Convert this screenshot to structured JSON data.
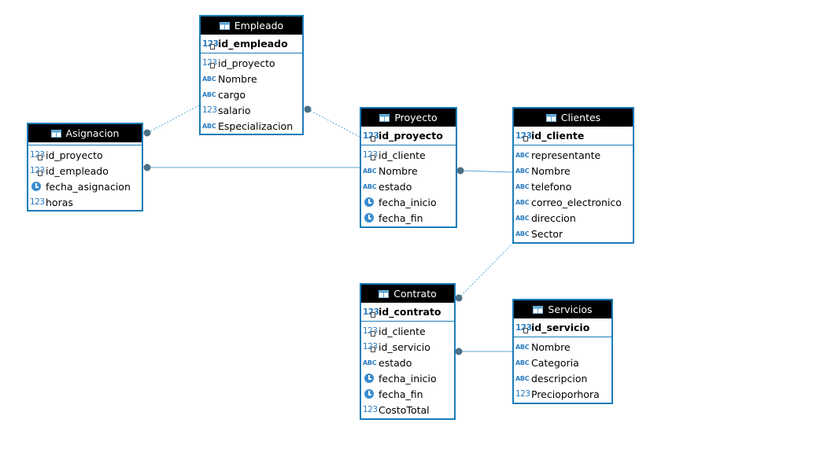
{
  "entities": {
    "empleado": {
      "title": "Empleado",
      "pk": "id_empleado",
      "columns": [
        {
          "name": "id_proyecto",
          "type": "fk"
        },
        {
          "name": "Nombre",
          "type": "str"
        },
        {
          "name": "cargo",
          "type": "str"
        },
        {
          "name": "salario",
          "type": "num"
        },
        {
          "name": "Especializacion",
          "type": "str"
        }
      ]
    },
    "asignacion": {
      "title": "Asignacion",
      "columns": [
        {
          "name": "id_proyecto",
          "type": "fk"
        },
        {
          "name": "id_empleado",
          "type": "fk"
        },
        {
          "name": "fecha_asignacion",
          "type": "date"
        },
        {
          "name": "horas",
          "type": "num"
        }
      ]
    },
    "proyecto": {
      "title": "Proyecto",
      "pk": "id_proyecto",
      "columns": [
        {
          "name": "id_cliente",
          "type": "fk"
        },
        {
          "name": "Nombre",
          "type": "str"
        },
        {
          "name": "estado",
          "type": "str"
        },
        {
          "name": "fecha_inicio",
          "type": "date"
        },
        {
          "name": "fecha_fin",
          "type": "date"
        }
      ]
    },
    "clientes": {
      "title": "Clientes",
      "pk": "id_cliente",
      "columns": [
        {
          "name": "representante",
          "type": "str"
        },
        {
          "name": "Nombre",
          "type": "str"
        },
        {
          "name": "telefono",
          "type": "str"
        },
        {
          "name": "correo_electronico",
          "type": "str"
        },
        {
          "name": "direccion",
          "type": "str"
        },
        {
          "name": "Sector",
          "type": "str"
        }
      ]
    },
    "contrato": {
      "title": "Contrato",
      "pk": "id_contrato",
      "columns": [
        {
          "name": "id_cliente",
          "type": "fk"
        },
        {
          "name": "id_servicio",
          "type": "fk"
        },
        {
          "name": "estado",
          "type": "str"
        },
        {
          "name": "fecha_inicio",
          "type": "date"
        },
        {
          "name": "fecha_fin",
          "type": "date"
        },
        {
          "name": "CostoTotal",
          "type": "num"
        }
      ]
    },
    "servicios": {
      "title": "Servicios",
      "pk": "id_servicio",
      "columns": [
        {
          "name": "Nombre",
          "type": "str"
        },
        {
          "name": "Categoria",
          "type": "str"
        },
        {
          "name": "descripcion",
          "type": "str"
        },
        {
          "name": "Precioporhora",
          "type": "num"
        }
      ]
    }
  },
  "icons": {
    "num": "123",
    "str": "ABC",
    "fk_marker": "FK",
    "pk_marker": "PK"
  },
  "colors": {
    "border": "#1b7db8",
    "header_bg": "#000000",
    "link": "#5aa6d4",
    "endpoint": "#4a6f86"
  }
}
